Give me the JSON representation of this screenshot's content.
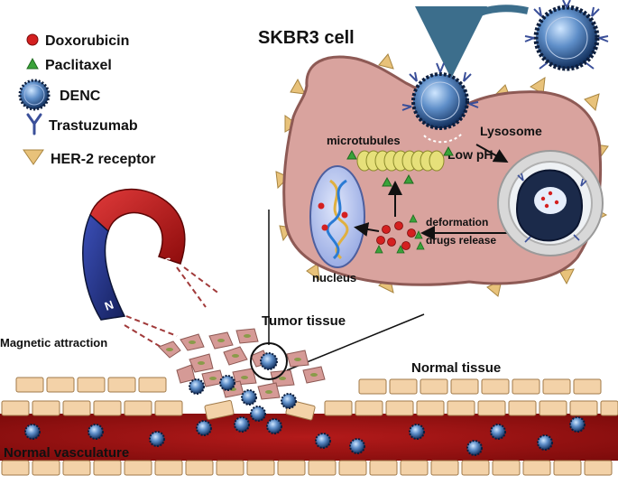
{
  "legend": {
    "items": [
      {
        "label": "Doxorubicin",
        "icon": "red-dot-icon",
        "color": "#d42020"
      },
      {
        "label": "Paclitaxel",
        "icon": "green-triangle-icon",
        "color": "#3aa33a"
      },
      {
        "label": "DENC",
        "icon": "nanocarrier-icon",
        "color": "#2a4f8a"
      },
      {
        "label": "Trastuzumab",
        "icon": "antibody-icon",
        "color": "#3a4f99"
      },
      {
        "label": "HER-2 receptor",
        "icon": "receptor-triangle-icon",
        "color": "#e8c27a"
      }
    ]
  },
  "cell": {
    "title": "SKBR3 cell",
    "fill_color": "#d9a39e",
    "labels": {
      "microtubules": "microtubules",
      "lysosome": "Lysosome",
      "low_ph": "Low pH",
      "deformation": "deformation",
      "drugs_release": "drugs release",
      "nucleus": "nucleus"
    }
  },
  "magnet": {
    "north": "N",
    "south": "S",
    "caption": "Magnetic attraction"
  },
  "tissue": {
    "tumor": "Tumor tissue",
    "normal": "Normal tissue",
    "vasculature": "Normal vasculature",
    "vessel_color": "#9b1414",
    "endothelial_color": "#f3d2a8"
  }
}
